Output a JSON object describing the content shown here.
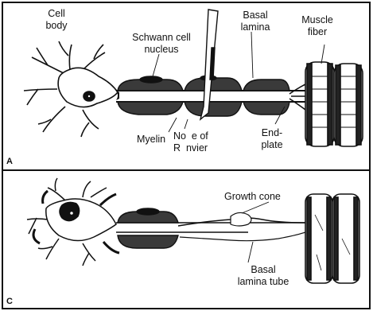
{
  "panel_a": {
    "letter": "A",
    "labels": {
      "cell_body_1": "Cell",
      "cell_body_2": "body",
      "schwann_1": "Schwann cell",
      "schwann_2": "nucleus",
      "basal_lamina_1": "Basal",
      "basal_lamina_2": "lamina",
      "muscle_fiber_1": "Muscle",
      "muscle_fiber_2": "fiber",
      "myelin": "Myelin",
      "node_1": "No  e of",
      "node_2": "R  nvier",
      "end_plate_1": "End-",
      "end_plate_2": "plate"
    }
  },
  "panel_c": {
    "letter": "C",
    "labels": {
      "growth_cone": "Growth cone",
      "basal_tube_1": "Basal",
      "basal_tube_2": "lamina tube"
    }
  },
  "colors": {
    "ink": "#111111",
    "paper": "#ffffff",
    "axon_fill": "#3a3a3a"
  }
}
